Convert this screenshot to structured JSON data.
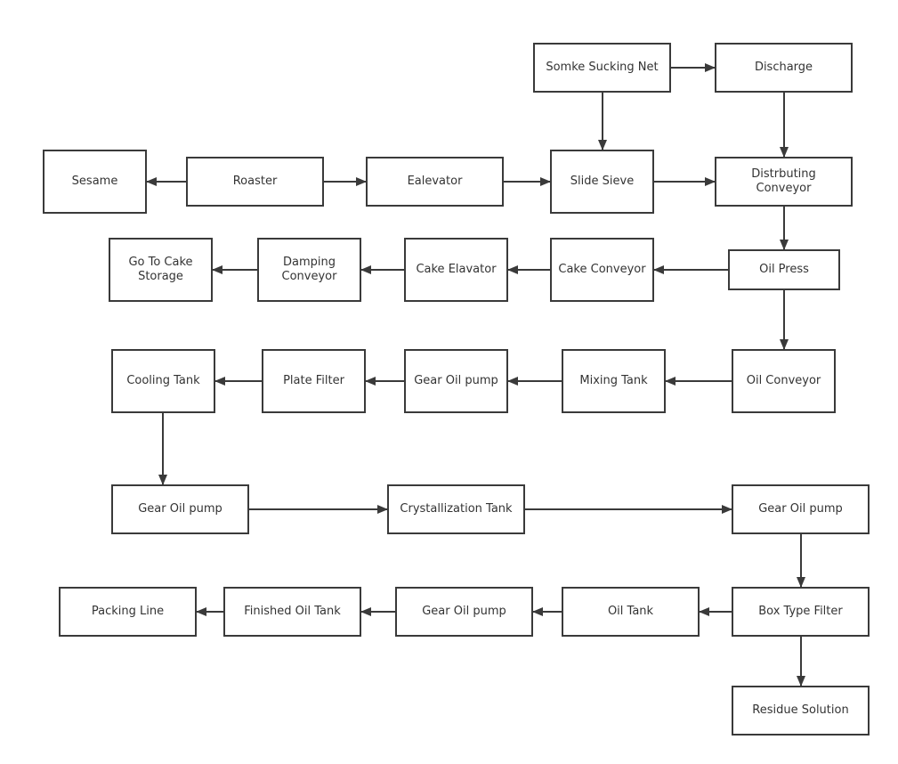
{
  "colors": {
    "stroke": "#3a3a3a",
    "text": "#333333",
    "background": "#ffffff"
  },
  "nodes": [
    {
      "id": "smoke-net",
      "label": "Somke Sucking Net"
    },
    {
      "id": "discharge",
      "label": "Discharge"
    },
    {
      "id": "sesame",
      "label": "Sesame"
    },
    {
      "id": "roaster",
      "label": "Roaster"
    },
    {
      "id": "elevator",
      "label": "Ealevator"
    },
    {
      "id": "slide-sieve",
      "label": "Slide Sieve"
    },
    {
      "id": "distributing-conveyor",
      "label": "Distrbuting\nConveyor"
    },
    {
      "id": "cake-storage",
      "label": "Go To Cake\nStorage"
    },
    {
      "id": "damping-conveyor",
      "label": "Damping\nConveyor"
    },
    {
      "id": "cake-elevator",
      "label": "Cake Elavator"
    },
    {
      "id": "cake-conveyor",
      "label": "Cake Conveyor"
    },
    {
      "id": "oil-press",
      "label": "Oil Press"
    },
    {
      "id": "cooling-tank",
      "label": "Cooling Tank"
    },
    {
      "id": "plate-filter",
      "label": "Plate Filter"
    },
    {
      "id": "gear-pump-1",
      "label": "Gear Oil pump"
    },
    {
      "id": "mixing-tank",
      "label": "Mixing Tank"
    },
    {
      "id": "oil-conveyor",
      "label": "Oil Conveyor"
    },
    {
      "id": "gear-pump-2",
      "label": "Gear Oil pump"
    },
    {
      "id": "crystallization-tank",
      "label": "Crystallization Tank"
    },
    {
      "id": "gear-pump-3",
      "label": "Gear Oil pump"
    },
    {
      "id": "packing-line",
      "label": "Packing Line"
    },
    {
      "id": "finished-oil-tank",
      "label": "Finished Oil Tank"
    },
    {
      "id": "gear-pump-4",
      "label": "Gear Oil pump"
    },
    {
      "id": "oil-tank",
      "label": "Oil Tank"
    },
    {
      "id": "box-filter",
      "label": "Box Type Filter"
    },
    {
      "id": "residue-solution",
      "label": "Residue Solution"
    }
  ],
  "edges": [
    {
      "from": "smoke-net",
      "to": "discharge"
    },
    {
      "from": "smoke-net",
      "to": "slide-sieve"
    },
    {
      "from": "discharge",
      "to": "distributing-conveyor"
    },
    {
      "from": "roaster",
      "to": "sesame"
    },
    {
      "from": "roaster",
      "to": "elevator"
    },
    {
      "from": "elevator",
      "to": "slide-sieve"
    },
    {
      "from": "slide-sieve",
      "to": "distributing-conveyor"
    },
    {
      "from": "distributing-conveyor",
      "to": "oil-press"
    },
    {
      "from": "oil-press",
      "to": "cake-conveyor"
    },
    {
      "from": "cake-conveyor",
      "to": "cake-elevator"
    },
    {
      "from": "cake-elevator",
      "to": "damping-conveyor"
    },
    {
      "from": "damping-conveyor",
      "to": "cake-storage"
    },
    {
      "from": "oil-press",
      "to": "oil-conveyor"
    },
    {
      "from": "oil-conveyor",
      "to": "mixing-tank"
    },
    {
      "from": "mixing-tank",
      "to": "gear-pump-1"
    },
    {
      "from": "gear-pump-1",
      "to": "plate-filter"
    },
    {
      "from": "plate-filter",
      "to": "cooling-tank"
    },
    {
      "from": "cooling-tank",
      "to": "gear-pump-2"
    },
    {
      "from": "gear-pump-2",
      "to": "crystallization-tank"
    },
    {
      "from": "crystallization-tank",
      "to": "gear-pump-3"
    },
    {
      "from": "gear-pump-3",
      "to": "box-filter"
    },
    {
      "from": "box-filter",
      "to": "oil-tank"
    },
    {
      "from": "oil-tank",
      "to": "gear-pump-4"
    },
    {
      "from": "gear-pump-4",
      "to": "finished-oil-tank"
    },
    {
      "from": "finished-oil-tank",
      "to": "packing-line"
    },
    {
      "from": "box-filter",
      "to": "residue-solution"
    }
  ]
}
